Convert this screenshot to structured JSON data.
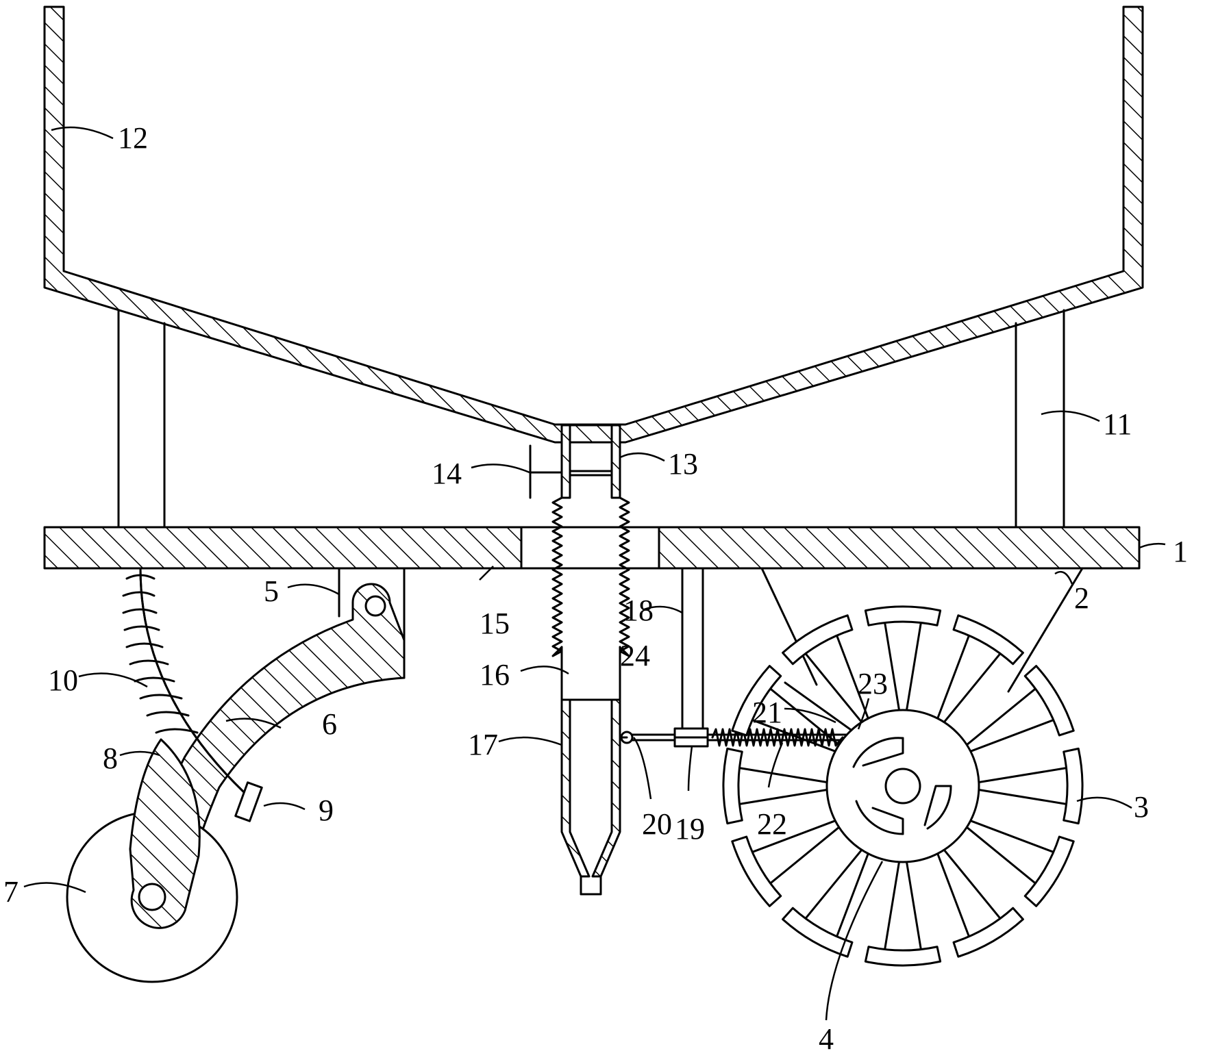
{
  "labels": {
    "l1": "1",
    "l2": "2",
    "l3": "3",
    "l4": "4",
    "l5": "5",
    "l6": "6",
    "l7": "7",
    "l8": "8",
    "l9": "9",
    "l10": "10",
    "l11": "11",
    "l12": "12",
    "l13": "13",
    "l14": "14",
    "l15": "15",
    "l16": "16",
    "l17": "17",
    "l18": "18",
    "l19": "19",
    "l20": "20",
    "l21": "21",
    "l22": "22",
    "l23": "23",
    "l24": "24"
  },
  "colors": {
    "line": "#000000",
    "background": "#ffffff"
  }
}
